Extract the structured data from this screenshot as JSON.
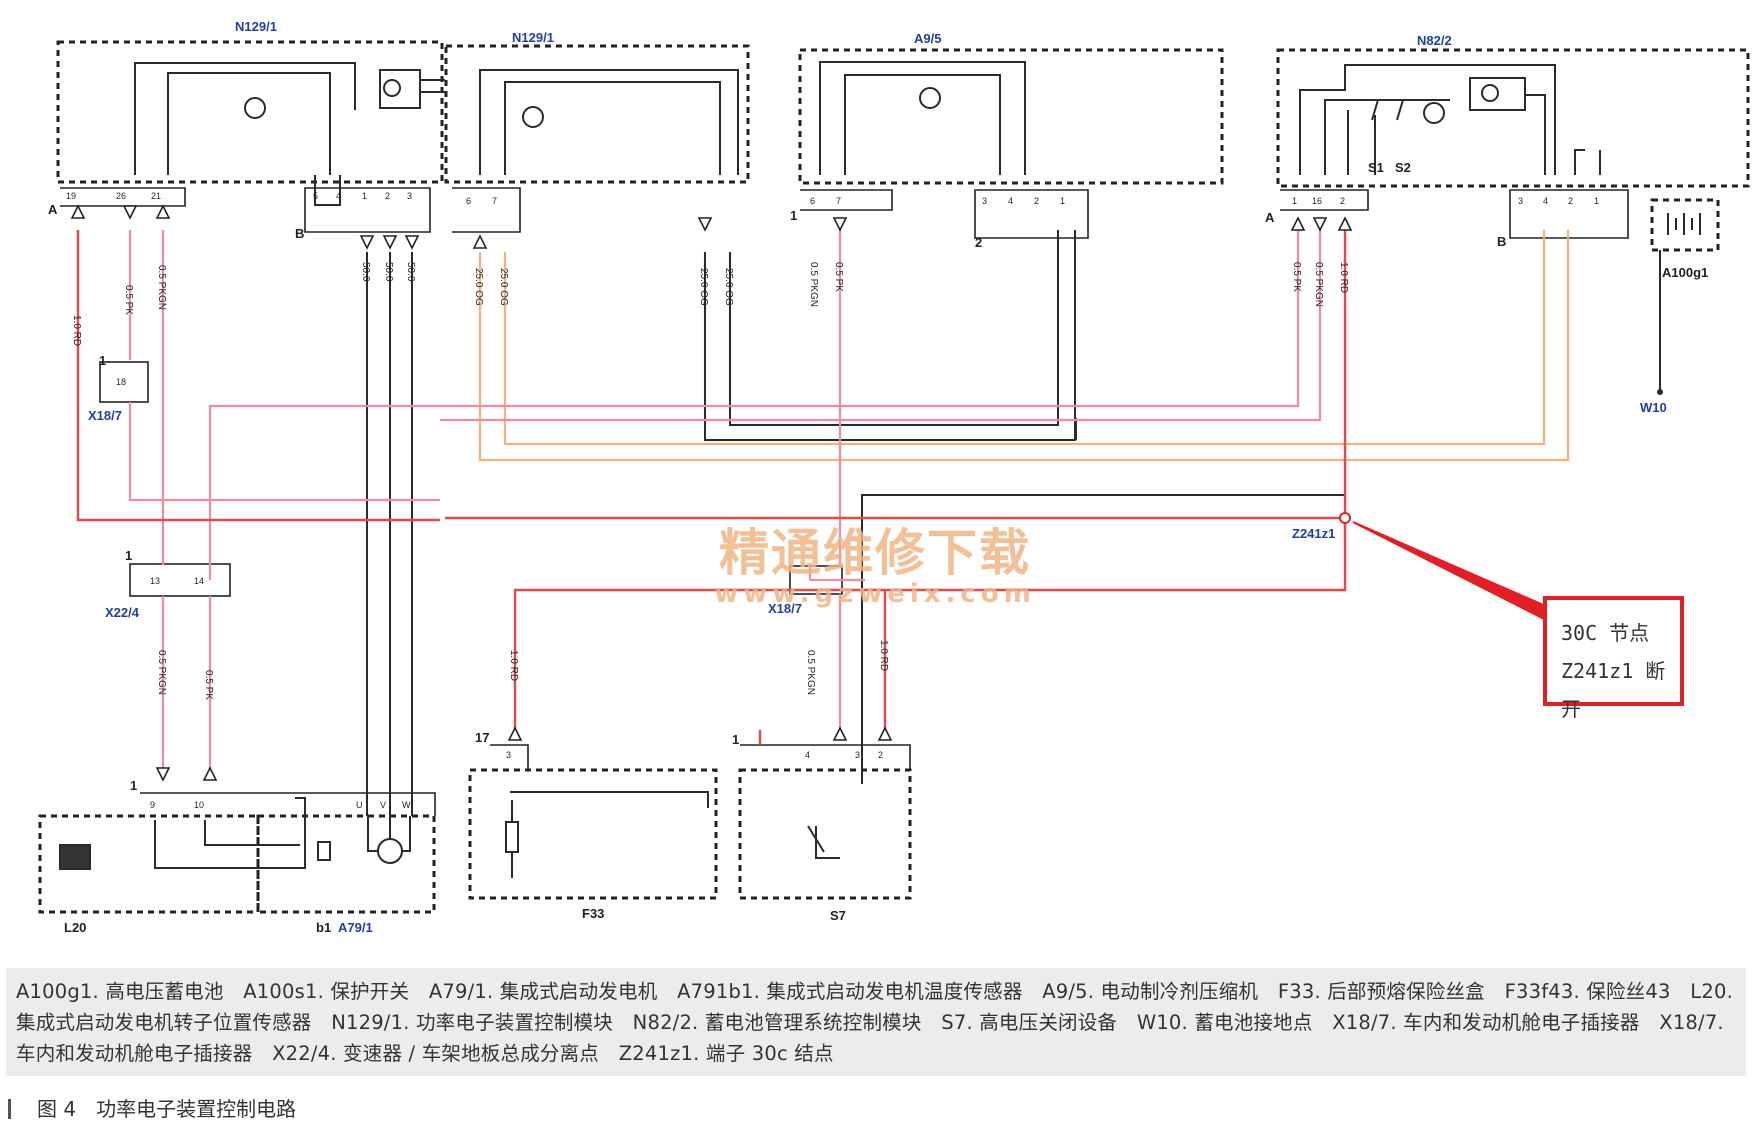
{
  "components": {
    "n129_left": "N129/1",
    "n129_right": "N129/1",
    "a9_5": "A9/5",
    "n82_2": "N82/2",
    "a100g1": "A100g1",
    "w10": "W10",
    "x18_7_left": "X18/7",
    "x18_7_mid": "X18/7",
    "x22_4": "X22/4",
    "z241z1": "Z241z1",
    "l20": "L20",
    "b1": "b1",
    "a79_1": "A79/1",
    "f33": "F33",
    "s7": "S7",
    "s1": "S1",
    "s2": "S2",
    "conn_a_left": "A",
    "conn_b_left": "B",
    "conn_a_right": "A",
    "conn_b_right": "B",
    "conn_1_a9": "1",
    "conn_2_a9": "2",
    "conn_1_x18": "1",
    "conn_1_x22": "1",
    "conn_1_l20": "1",
    "conn_17_f33": "17",
    "conn_1_s7": "1"
  },
  "wire_labels": {
    "w1": "1.0 RD",
    "w2": "0.5 PK",
    "w3": "0.5 PKGN",
    "w4": "50.0",
    "w5": "50.0",
    "w6": "50.0",
    "w7": "25.0 OG",
    "w8": "25.0 OG",
    "w9": "25.0 OG",
    "w10": "25.0 OG",
    "w11": "0.5 PKGN",
    "w12": "0.5 PK",
    "w13": "0.5 PK",
    "w14": "0.5 PKGN",
    "w15": "1.0 RD",
    "w16": "0.5 PKGN",
    "w17": "0.5 PK",
    "w18": "1.0 RD",
    "w19": "0.5 PKGN",
    "w20": "1.0 RD"
  },
  "pins": {
    "p19": "19",
    "p26": "26",
    "p21": "21",
    "p5": "5",
    "p4": "4",
    "p1a": "1",
    "p2a": "2",
    "p3a": "3",
    "p6": "6",
    "p7": "7",
    "p6b": "6",
    "p7b": "7",
    "p3b": "3",
    "p4b": "4",
    "p2b": "2",
    "p1b": "1",
    "p1c": "1",
    "p16": "16",
    "p2c": "2",
    "p3c": "3",
    "p4c": "4",
    "p2d": "2",
    "p1d": "1",
    "p18": "18",
    "p13": "13",
    "p14": "14",
    "p9": "9",
    "p10": "10",
    "pu": "U",
    "pv": "V",
    "pw": "W",
    "p3f": "3",
    "p4s": "4",
    "p3s": "3",
    "p2s": "2"
  },
  "watermark": {
    "name": "精通维修下载",
    "url": "www.gzweix.com"
  },
  "callout": {
    "line1": "30C 节点",
    "line2": "Z241z1 断开"
  },
  "caption": "A100g1. 高电压蓄电池　A100s1. 保护开关　A79/1. 集成式启动发电机　A791b1. 集成式启动发电机温度传感器　A9/5. 电动制冷剂压缩机　F33. 后部预熔保险丝盒　F33f43. 保险丝43　L20. 集成式启动发电机转子位置传感器　N129/1. 功率电子装置控制模块　N82/2. 蓄电池管理系统控制模块　S7. 高电压关闭设备　W10. 蓄电池接地点　X18/7. 车内和发动机舱电子插接器　X18/7. 车内和发动机舱电子插接器　X22/4. 变速器 / 车架地板总成分离点　Z241z1. 端子 30c 结点",
  "figure_title": "图 4　功率电子装置控制电路",
  "colors": {
    "red": "#e8464c",
    "pink": "#f28aa0",
    "orange": "#f5b27a",
    "dark": "#2a2a2a",
    "label_blue": "#1f3fa8",
    "callout_red": "#e31e24"
  }
}
